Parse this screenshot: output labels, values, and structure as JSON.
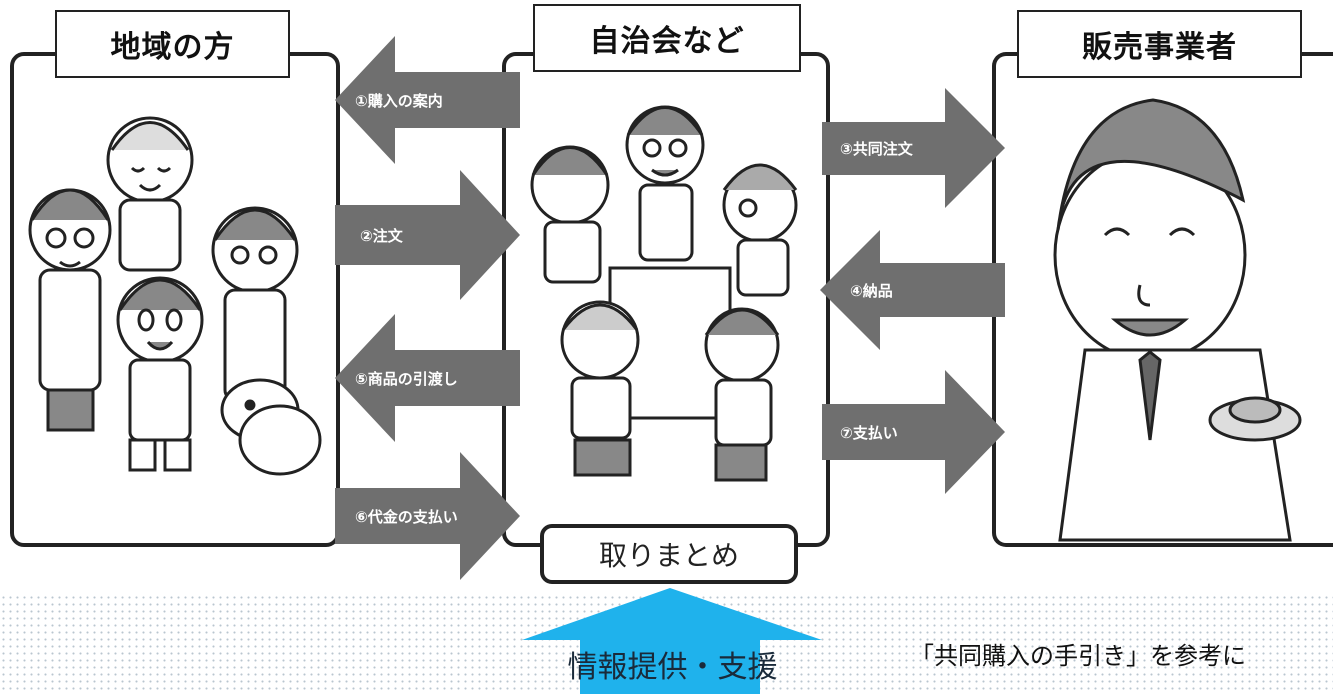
{
  "panels": {
    "residents_title": "地域の方",
    "association_title": "自治会など",
    "seller_title": "販売事業者"
  },
  "arrows": {
    "a1": "①購入の案内",
    "a2": "②注文",
    "a3": "③共同注文",
    "a4": "④納品",
    "a5": "⑤商品の引渡し",
    "a6": "⑥代金の支払い",
    "a7": "⑦支払い"
  },
  "summary_label": "取りまとめ",
  "support_label": "情報提供・支援",
  "guide_text": "「共同購入の手引き」を参考に",
  "colors": {
    "arrow_gray": "#6f6f6f",
    "support_blue": "#1fb2ec",
    "outline": "#222222"
  }
}
